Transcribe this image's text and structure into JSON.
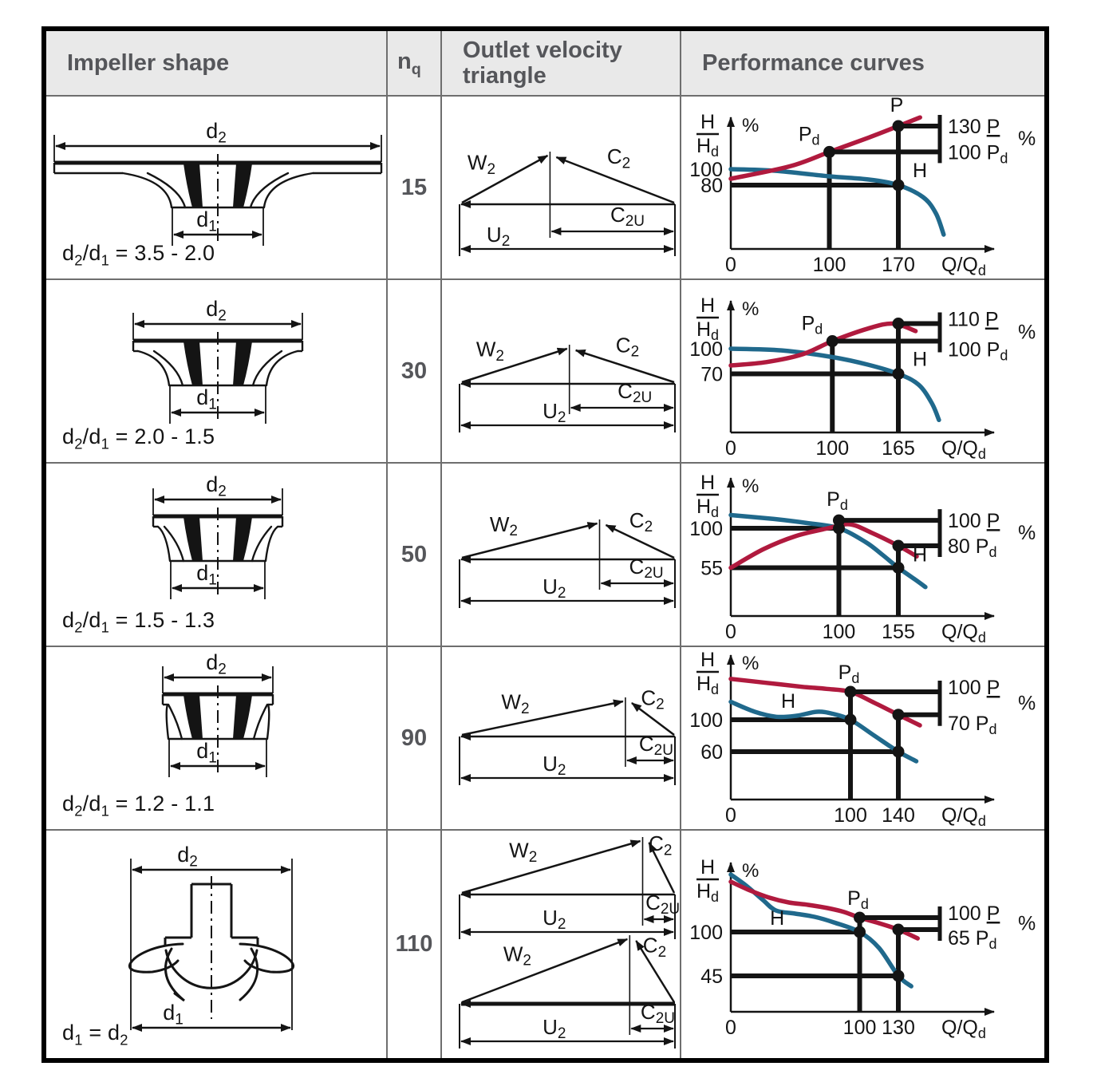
{
  "header": {
    "impeller_shape": "Impeller shape",
    "nq": "n_q",
    "outlet_velocity_triangle": "Outlet velocity\ntriangle",
    "performance_curves": "Performance curves"
  },
  "shared": {
    "dim_d2": "d_2",
    "dim_d1": "d_1",
    "triangle_labels": {
      "w2": "W_2",
      "c2": "C_2",
      "c2u": "C_{2U}",
      "u2": "U_2"
    },
    "chart_labels": {
      "y_frac_num": "H",
      "y_frac_den": "H_d",
      "percent": "%",
      "x_axis": "Q/Q_d"
    }
  },
  "colors": {
    "red": "#b01a3e",
    "blue": "#20698c",
    "ink": "#141414",
    "grid": "#6e6e6e",
    "header_bg": "#e9e9e9",
    "header_text": "#55565a"
  },
  "rows": [
    {
      "nq": "15",
      "ratio": "d_2/d_1 = 3.5 - 2.0",
      "impeller": {
        "type": "radial",
        "outer_half": 205,
        "inner_half": 57
      },
      "triangles": [
        {
          "apex_frac": 0.42,
          "height": 64
        }
      ]
    },
    {
      "nq": "30",
      "ratio": "d_2/d_1 = 2.0 - 1.5",
      "impeller": {
        "type": "radial",
        "outer_half": 106,
        "inner_half": 60
      },
      "triangles": [
        {
          "apex_frac": 0.51,
          "height": 47
        }
      ]
    },
    {
      "nq": "50",
      "ratio": "d_2/d_1 = 1.5 - 1.3",
      "impeller": {
        "type": "radial",
        "outer_half": 81,
        "inner_half": 59
      },
      "triangles": [
        {
          "apex_frac": 0.65,
          "height": 48
        }
      ]
    },
    {
      "nq": "90",
      "ratio": "d_2/d_1 = 1.2 - 1.1",
      "impeller": {
        "type": "radial",
        "outer_half": 69,
        "inner_half": 61
      },
      "triangles": [
        {
          "apex_frac": 0.77,
          "height": 47
        }
      ]
    },
    {
      "nq": "110",
      "ratio": "d_1 = d_2",
      "impeller": {
        "type": "axial",
        "outer_half": 101
      },
      "triangles": [
        {
          "apex_frac": 0.85,
          "height": 70
        },
        {
          "apex_frac": 0.79,
          "height": 84,
          "thick_base": true
        }
      ]
    }
  ],
  "chart_data": [
    {
      "type": "line",
      "x_axis_label": "Q/Q_d",
      "x_ticks": [
        "0",
        "100",
        "170"
      ],
      "x_tick_vals": [
        0,
        100,
        170
      ],
      "y_ticks": [
        {
          "v": 100,
          "label": "100"
        },
        {
          "v": 80,
          "label": "80"
        }
      ],
      "series": [
        {
          "name": "H",
          "color": "blue",
          "points": [
            [
              0,
              100
            ],
            [
              45,
              98
            ],
            [
              100,
              91
            ],
            [
              140,
              87
            ],
            [
              170,
              80
            ],
            [
              195,
              65
            ],
            [
              208,
              45
            ],
            [
              216,
              18
            ]
          ]
        },
        {
          "name": "P",
          "color": "red",
          "points": [
            [
              0,
              88
            ],
            [
              60,
              102
            ],
            [
              100,
              112
            ],
            [
              140,
              122
            ],
            [
              170,
              130
            ],
            [
              192,
              136
            ]
          ]
        }
      ],
      "h_lines": [
        {
          "y": 80,
          "x2": 170
        }
      ],
      "v_lines": [
        {
          "x": 100,
          "y_top": 112
        },
        {
          "x": 170,
          "y_top": 130
        }
      ],
      "dots": [
        {
          "x": 100,
          "y": 112
        },
        {
          "x": 170,
          "y": 130
        },
        {
          "x": 170,
          "y": 80
        }
      ],
      "point_labels": [
        {
          "text": "P_d",
          "x": 100,
          "y": 112,
          "dx": -12,
          "dy": -14,
          "anchor": "end"
        },
        {
          "text": "P",
          "x": 170,
          "y": 130,
          "dx": -2,
          "dy": -18,
          "anchor": "middle"
        },
        {
          "text": "H",
          "x": 170,
          "y": 80,
          "dx": 18,
          "dy": -10,
          "anchor": "start"
        }
      ],
      "bracket": {
        "top": {
          "x": 170,
          "y": 130,
          "value": "130",
          "symbol": "P"
        },
        "bottom": {
          "x": 100,
          "y": 112,
          "value": "100",
          "symbol": "P_d"
        },
        "percent": "%"
      }
    },
    {
      "type": "line",
      "x_axis_label": "Q/Q_d",
      "x_ticks": [
        "0",
        "100",
        "165"
      ],
      "x_tick_vals": [
        0,
        100,
        165
      ],
      "y_ticks": [
        {
          "v": 100,
          "label": "100"
        },
        {
          "v": 70,
          "label": "70"
        }
      ],
      "series": [
        {
          "name": "H",
          "color": "blue",
          "points": [
            [
              0,
              100
            ],
            [
              50,
              98
            ],
            [
              100,
              90
            ],
            [
              135,
              81
            ],
            [
              165,
              70
            ],
            [
              185,
              57
            ],
            [
              198,
              35
            ],
            [
              205,
              15
            ]
          ]
        },
        {
          "name": "P",
          "color": "red",
          "points": [
            [
              0,
              80
            ],
            [
              35,
              84
            ],
            [
              70,
              93
            ],
            [
              100,
              103
            ],
            [
              135,
              108
            ],
            [
              160,
              110
            ],
            [
              182,
              107
            ]
          ]
        }
      ],
      "h_lines": [
        {
          "y": 70,
          "x2": 165
        }
      ],
      "v_lines": [
        {
          "x": 100,
          "y_top": 103
        },
        {
          "x": 165,
          "y_top": 110
        }
      ],
      "dots": [
        {
          "x": 100,
          "y": 103
        },
        {
          "x": 165,
          "y": 110
        },
        {
          "x": 165,
          "y": 70
        }
      ],
      "point_labels": [
        {
          "text": "P_d",
          "x": 100,
          "y": 103,
          "dx": -12,
          "dy": -14,
          "anchor": "end"
        },
        {
          "text": "H",
          "x": 165,
          "y": 70,
          "dx": 18,
          "dy": -10,
          "anchor": "start"
        }
      ],
      "bracket": {
        "top": {
          "x": 165,
          "y": 110,
          "value": "110",
          "symbol": "P"
        },
        "bottom": {
          "x": 100,
          "y": 103,
          "value": "100",
          "symbol": "P_d"
        },
        "percent": "%"
      }
    },
    {
      "type": "line",
      "x_axis_label": "Q/Q_d",
      "x_ticks": [
        "0",
        "100",
        "155"
      ],
      "x_tick_vals": [
        0,
        100,
        155
      ],
      "y_ticks": [
        {
          "v": 100,
          "label": "100"
        },
        {
          "v": 55,
          "label": "55"
        }
      ],
      "series": [
        {
          "name": "H",
          "color": "blue",
          "points": [
            [
              0,
              110
            ],
            [
              40,
              107
            ],
            [
              70,
              104
            ],
            [
              100,
              100
            ],
            [
              125,
              84
            ],
            [
              140,
              70
            ],
            [
              155,
              55
            ],
            [
              170,
              42
            ],
            [
              180,
              33
            ]
          ]
        },
        {
          "name": "P",
          "color": "red",
          "points": [
            [
              0,
              55
            ],
            [
              30,
              76
            ],
            [
              60,
              91
            ],
            [
              90,
              100
            ],
            [
              110,
              103
            ],
            [
              130,
              95
            ],
            [
              155,
              80
            ],
            [
              172,
              68
            ]
          ]
        }
      ],
      "h_lines": [
        {
          "y": 100,
          "x2": 100
        },
        {
          "y": 55,
          "x2": 155
        }
      ],
      "v_lines": [
        {
          "x": 100,
          "y_top": 106
        },
        {
          "x": 155,
          "y_top": 80
        }
      ],
      "dots": [
        {
          "x": 100,
          "y": 106
        },
        {
          "x": 100,
          "y": 100
        },
        {
          "x": 155,
          "y": 80
        },
        {
          "x": 155,
          "y": 55
        }
      ],
      "point_labels": [
        {
          "text": "P_d",
          "x": 100,
          "y": 106,
          "dx": -2,
          "dy": -18,
          "anchor": "middle"
        },
        {
          "text": "H",
          "x": 155,
          "y": 55,
          "dx": 18,
          "dy": -8,
          "anchor": "start"
        }
      ],
      "bracket": {
        "top": {
          "x": 100,
          "y": 106,
          "value": "100",
          "symbol": "P"
        },
        "bottom": {
          "x": 155,
          "y": 80,
          "value": "80",
          "symbol": "P_d"
        },
        "percent": "%"
      }
    },
    {
      "type": "line",
      "x_axis_label": "Q/Q_d",
      "x_ticks": [
        "0",
        "100",
        "140"
      ],
      "x_tick_vals": [
        0,
        100,
        140
      ],
      "y_ticks": [
        {
          "v": 100,
          "label": "100"
        },
        {
          "v": 60,
          "label": "60"
        }
      ],
      "series": [
        {
          "name": "H",
          "color": "blue",
          "points": [
            [
              0,
              118
            ],
            [
              20,
              108
            ],
            [
              38,
              103
            ],
            [
              55,
              104
            ],
            [
              72,
              108
            ],
            [
              85,
              106
            ],
            [
              100,
              100
            ],
            [
              120,
              80
            ],
            [
              140,
              60
            ],
            [
              155,
              48
            ]
          ]
        },
        {
          "name": "P",
          "color": "red",
          "points": [
            [
              0,
              141
            ],
            [
              30,
              137
            ],
            [
              60,
              133
            ],
            [
              80,
              131
            ],
            [
              100,
              128
            ],
            [
              120,
              117
            ],
            [
              140,
              105
            ],
            [
              158,
              93
            ]
          ]
        }
      ],
      "h_lines": [
        {
          "y": 100,
          "x2": 100
        },
        {
          "y": 60,
          "x2": 140
        }
      ],
      "v_lines": [
        {
          "x": 100,
          "y_top": 128
        },
        {
          "x": 140,
          "y_top": 105
        }
      ],
      "dots": [
        {
          "x": 100,
          "y": 128
        },
        {
          "x": 100,
          "y": 100
        },
        {
          "x": 140,
          "y": 105
        },
        {
          "x": 140,
          "y": 60
        }
      ],
      "point_labels": [
        {
          "text": "P_d",
          "x": 100,
          "y": 128,
          "dx": -2,
          "dy": -16,
          "anchor": "middle"
        },
        {
          "text": "H",
          "x": 48,
          "y": 112,
          "dx": 0,
          "dy": 0,
          "anchor": "middle"
        }
      ],
      "bracket": {
        "top": {
          "x": 100,
          "y": 128,
          "value": "100",
          "symbol": "P"
        },
        "bottom": {
          "x": 140,
          "y": 105,
          "value": "70",
          "symbol": "P_d"
        },
        "percent": "%"
      }
    },
    {
      "type": "line",
      "x_axis_label": "Q/Q_d",
      "x_ticks": [
        "0",
        "100",
        "130"
      ],
      "x_tick_vals": [
        0,
        100,
        130
      ],
      "y_ticks": [
        {
          "v": 100,
          "label": "100"
        },
        {
          "v": 45,
          "label": "45"
        }
      ],
      "series": [
        {
          "name": "H",
          "color": "blue",
          "points": [
            [
              0,
              172
            ],
            [
              12,
              158
            ],
            [
              25,
              140
            ],
            [
              35,
              127
            ],
            [
              50,
              123
            ],
            [
              65,
              119
            ],
            [
              80,
              112
            ],
            [
              100,
              100
            ],
            [
              115,
              80
            ],
            [
              130,
              45
            ],
            [
              140,
              32
            ]
          ]
        },
        {
          "name": "P",
          "color": "red",
          "points": [
            [
              0,
              163
            ],
            [
              15,
              152
            ],
            [
              30,
              143
            ],
            [
              45,
              137
            ],
            [
              60,
              134
            ],
            [
              75,
              130
            ],
            [
              88,
              125
            ],
            [
              100,
              118
            ],
            [
              115,
              111
            ],
            [
              130,
              103
            ],
            [
              145,
              92
            ]
          ]
        }
      ],
      "h_lines": [
        {
          "y": 100,
          "x2": 100
        },
        {
          "y": 45,
          "x2": 130
        }
      ],
      "v_lines": [
        {
          "x": 100,
          "y_top": 118
        },
        {
          "x": 130,
          "y_top": 103
        }
      ],
      "dots": [
        {
          "x": 100,
          "y": 118
        },
        {
          "x": 100,
          "y": 100
        },
        {
          "x": 130,
          "y": 103
        },
        {
          "x": 130,
          "y": 45
        }
      ],
      "point_labels": [
        {
          "text": "P_d",
          "x": 100,
          "y": 118,
          "dx": -2,
          "dy": -16,
          "anchor": "middle"
        },
        {
          "text": "H",
          "x": 36,
          "y": 109,
          "dx": 0,
          "dy": 0,
          "anchor": "middle"
        }
      ],
      "bracket": {
        "top": {
          "x": 100,
          "y": 118,
          "value": "100",
          "symbol": "P"
        },
        "bottom": {
          "x": 130,
          "y": 103,
          "value": "65",
          "symbol": "P_d"
        },
        "percent": "%"
      }
    }
  ]
}
